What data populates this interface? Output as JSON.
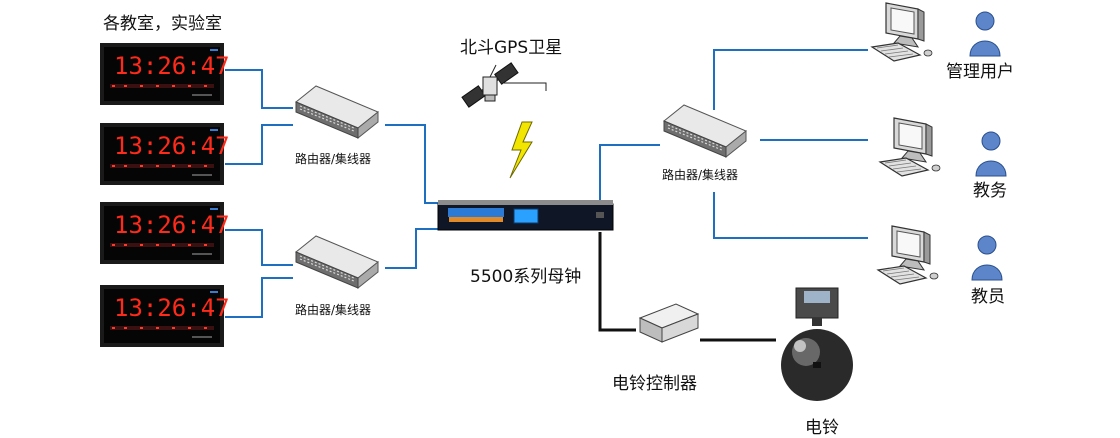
{
  "labels": {
    "classrooms": "各教室，实验室",
    "satellite": "北斗GPS卫星",
    "router_left_top": "路由器/集线器",
    "router_left_bottom": "路由器/集线器",
    "router_right": "路由器/集线器",
    "master_clock": "5500系列母钟",
    "bell_controller": "电铃控制器",
    "bell": "电铃",
    "admin_user": "管理用户",
    "academic_affairs": "教务",
    "teacher": "教员"
  },
  "clock_display": {
    "time": "13:26:47",
    "count": 4
  },
  "colors": {
    "link_blue": "#1f6fc0",
    "link_black": "#111111",
    "led_red": "#ff2a1a",
    "lightning": "#f2e600",
    "user_icon": "#5c86c9",
    "master_panel": "#0f1626",
    "master_screen": "#2aa0ff"
  },
  "icons": {
    "clock": "led-wall-clock-icon",
    "router": "network-switch-icon",
    "satellite": "satellite-icon",
    "lightning": "lightning-icon",
    "master_clock": "rack-master-clock-icon",
    "bell_controller": "bell-controller-box-icon",
    "bell": "electric-bell-icon",
    "computer": "desktop-computer-icon",
    "user": "user-person-icon"
  }
}
